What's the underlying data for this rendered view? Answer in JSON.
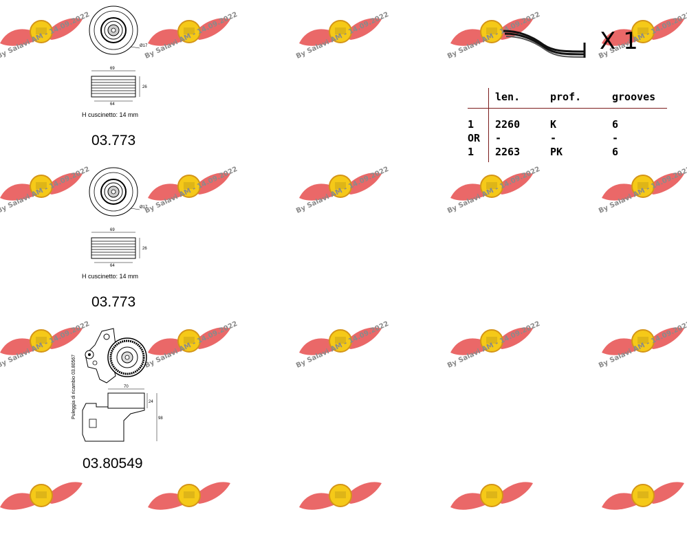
{
  "watermark": {
    "text": "By Salavi AM - 14.09.2022",
    "wing_color": "#e85858",
    "logo_color": "#f5c400"
  },
  "parts": [
    {
      "code": "03.773",
      "caption": "H cuscinetto: 14 mm",
      "dims": {
        "width_top": "69",
        "width_bottom": "64",
        "height": "26",
        "bore": "Ø17"
      }
    },
    {
      "code": "03.773",
      "caption": "H cuscinetto: 14 mm",
      "dims": {
        "width_top": "69",
        "width_bottom": "64",
        "height": "26",
        "bore": "Ø17"
      }
    },
    {
      "code": "03.80549",
      "vertical_label": "Puleggia di ricambio 03.80567",
      "dims": {
        "width": "70",
        "height_small": "24",
        "height_total": "98"
      }
    }
  ],
  "belt": {
    "quantity": "X 1",
    "table": {
      "headers": [
        "len.",
        "prof.",
        "grooves"
      ],
      "rows": [
        {
          "qty": "1",
          "len": "2260",
          "prof": "K",
          "grooves": "6"
        },
        {
          "qty": "OR",
          "len": "-",
          "prof": "-",
          "grooves": "-"
        },
        {
          "qty": "1",
          "len": "2263",
          "prof": "PK",
          "grooves": "6"
        }
      ]
    }
  }
}
